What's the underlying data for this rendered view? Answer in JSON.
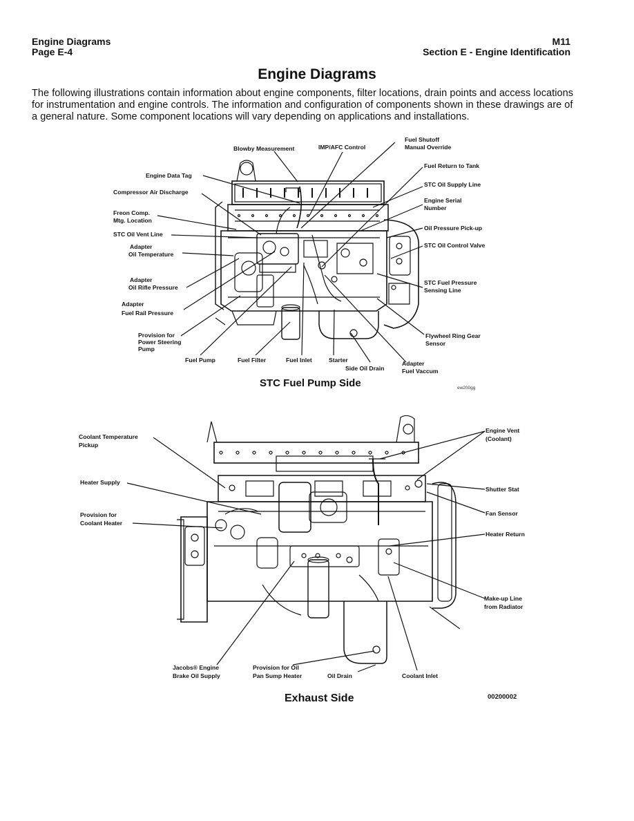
{
  "header": {
    "left_title": "Engine Diagrams",
    "left_page": "Page E-4",
    "right_model": "M11",
    "right_section": "Section E - Engine Identification"
  },
  "title": "Engine Diagrams",
  "intro": "The following illustrations contain information about engine components, filter locations, drain points and access locations for instrumentation and engine controls. The information and configuration of components shown in these drawings are of a general nature. Some component locations will vary depending on applications and installations.",
  "fuel_pump_side": {
    "caption": "STC Fuel Pump Side",
    "figure_code": "ew200gg",
    "labels": {
      "blowby": "Blowby Measurement",
      "imp_afc": "IMP/AFC Control",
      "fuel_shutoff_1": "Fuel Shutoff",
      "fuel_shutoff_2": "Manual Override",
      "engine_data_tag": "Engine Data Tag",
      "compressor_air": "Compressor Air Discharge",
      "freon_1": "Freon Comp.",
      "freon_2": "Mtg. Location",
      "stc_oil_vent": "STC Oil Vent Line",
      "adapter_oil_temp_1": "Adapter",
      "adapter_oil_temp_2": "Oil Temperature",
      "adapter_rifle_1": "Adapter",
      "adapter_rifle_2": "Oil Rifle Pressure",
      "adapter_rail_1": "Adapter",
      "adapter_rail_2": "Fuel Rail Pressure",
      "power_steering_1": "Provision for",
      "power_steering_2": "Power Steering",
      "power_steering_3": "Pump",
      "fuel_pump": "Fuel Pump",
      "fuel_filter": "Fuel Filter",
      "fuel_inlet": "Fuel Inlet",
      "starter": "Starter",
      "side_oil_drain": "Side Oil Drain",
      "adapter_vac_1": "Adapter",
      "adapter_vac_2": "Fuel Vaccum",
      "fuel_return": "Fuel Return to Tank",
      "stc_oil_supply": "STC Oil Supply Line",
      "serial_1": "Engine Serial",
      "serial_2": "Number",
      "oil_pressure": "Oil Pressure Pick-up",
      "stc_oil_control": "STC Oil Control Valve",
      "stc_fuel_pressure_1": "STC  Fuel Pressure",
      "stc_fuel_pressure_2": "Sensing Line",
      "flywheel_1": "Flywheel Ring Gear",
      "flywheel_2": "Sensor"
    }
  },
  "exhaust_side": {
    "caption": "Exhaust Side",
    "figure_code": "00200002",
    "labels": {
      "coolant_temp_1": "Coolant Temperature",
      "coolant_temp_2": "Pickup",
      "heater_supply": "Heater Supply",
      "coolant_heater_1": "Provision for",
      "coolant_heater_2": "Coolant Heater",
      "engine_vent_1": "Engine Vent",
      "engine_vent_2": "(Coolant)",
      "shutter_stat": "Shutter Stat",
      "fan_sensor": "Fan Sensor",
      "heater_return": "Heater Return",
      "makeup_1": "Make-up Line",
      "makeup_2": "from Radiator",
      "jacobs_1": "Jacobs® Engine",
      "jacobs_2": "Brake Oil Supply",
      "sump_1": "Provision for Oil",
      "sump_2": "Pan Sump Heater",
      "oil_drain": "Oil Drain",
      "coolant_inlet": "Coolant Inlet"
    }
  }
}
